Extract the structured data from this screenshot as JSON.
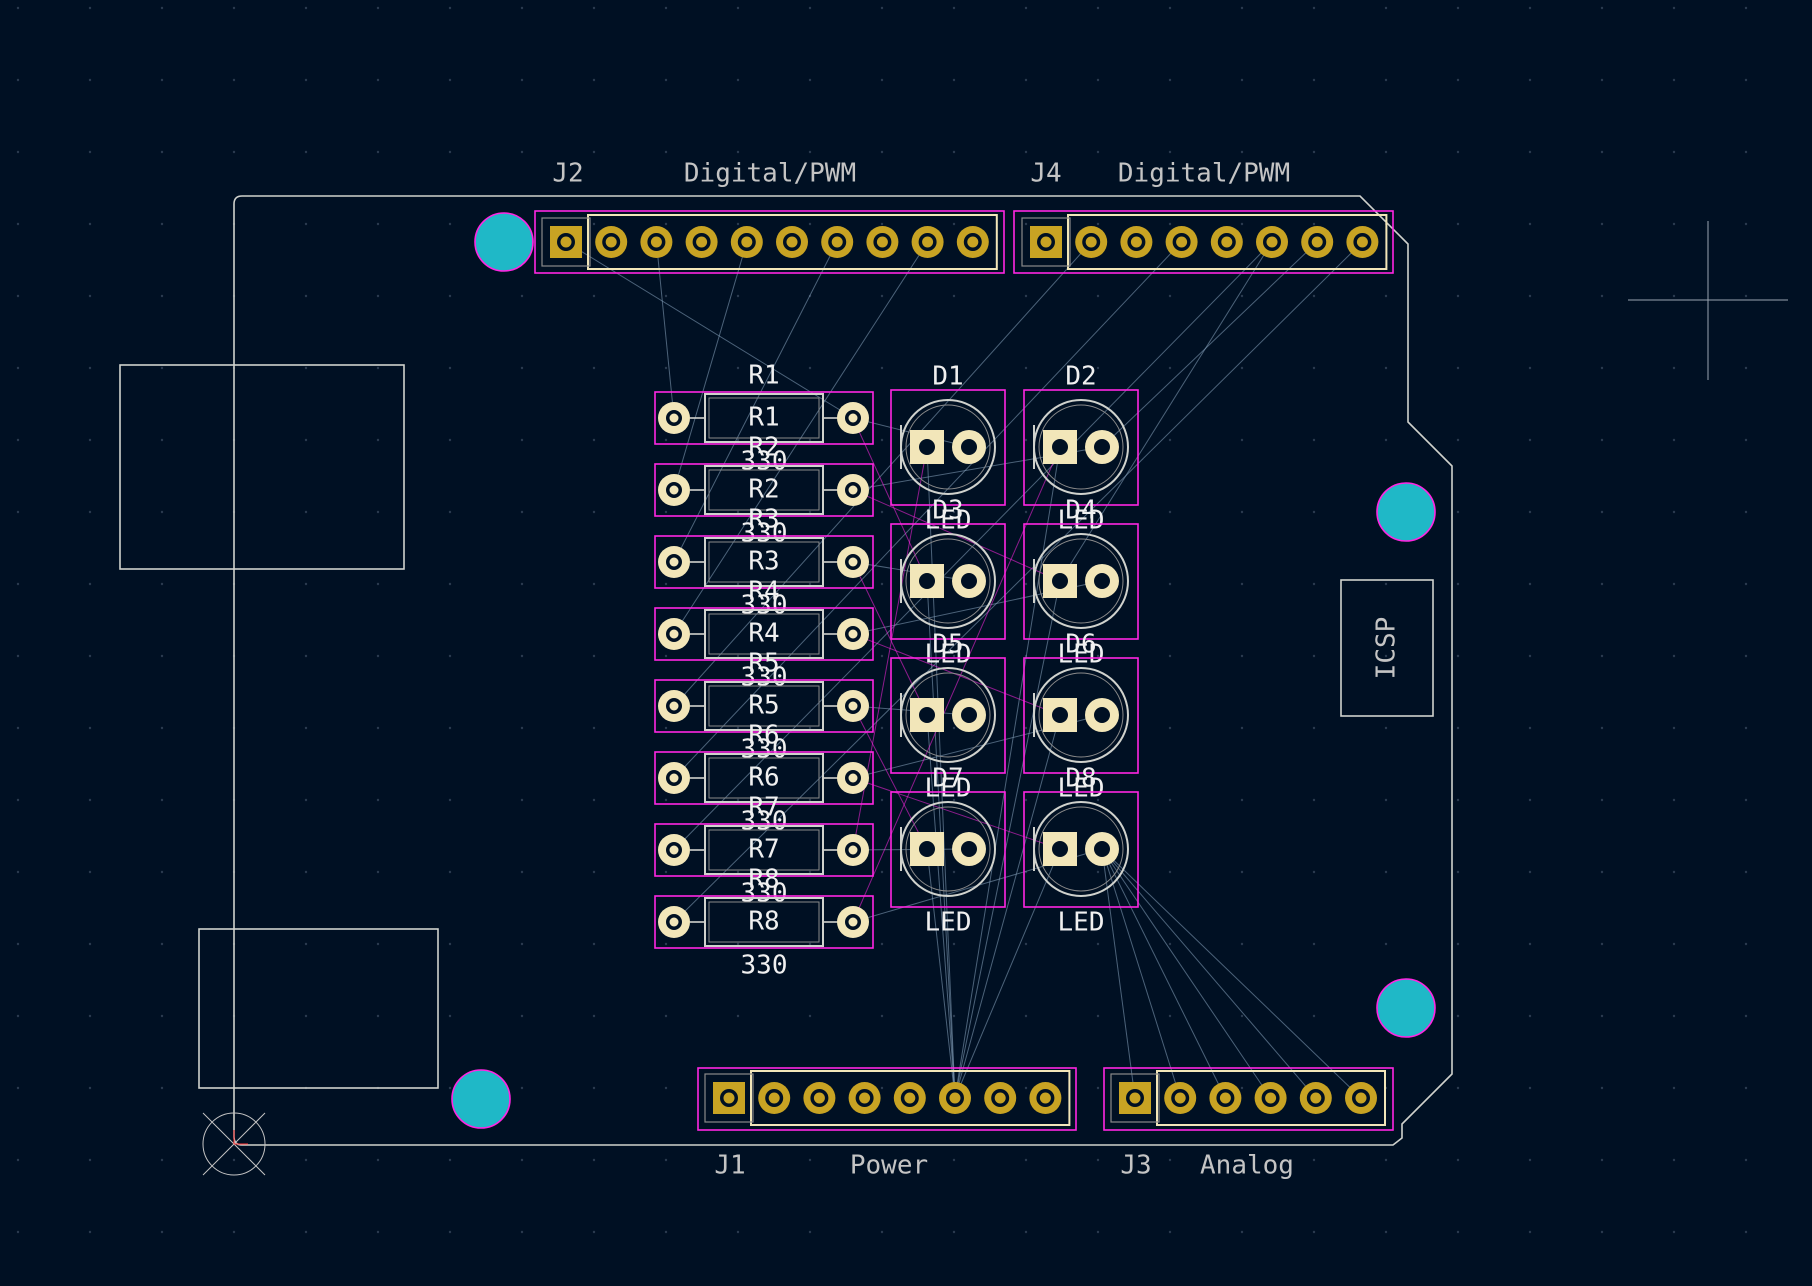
{
  "view": "pcb-editor-canvas",
  "colors": {
    "background": "#001023",
    "grid_dot": "#2a3a4f",
    "edge_cuts": "#d0d2cd",
    "courtyard": "#ff26e2",
    "pad_gold": "#c8a323",
    "pad_cream": "#f2e6b9",
    "drill": "#001023",
    "ratsnest": "#8aa6c0",
    "mounting_hole": "#1fb8c7",
    "silk_text": "#f0f0f0",
    "fab_text": "#c4c4c4",
    "cursor": "#9aa4b0"
  },
  "connectors": [
    {
      "ref": "J2",
      "label": "Digital/PWM",
      "pins": 10
    },
    {
      "ref": "J4",
      "label": "Digital/PWM",
      "pins": 8
    },
    {
      "ref": "J1",
      "label": "Power",
      "pins": 8
    },
    {
      "ref": "J3",
      "label": "Analog",
      "pins": 6
    }
  ],
  "resistors": [
    {
      "ref": "R1",
      "value": "330"
    },
    {
      "ref": "R2",
      "value": "330"
    },
    {
      "ref": "R3",
      "value": "330"
    },
    {
      "ref": "R4",
      "value": "330"
    },
    {
      "ref": "R5",
      "value": "330"
    },
    {
      "ref": "R6",
      "value": "330"
    },
    {
      "ref": "R7",
      "value": "330"
    },
    {
      "ref": "R8",
      "value": "330"
    }
  ],
  "leds": [
    {
      "ref": "D1",
      "value": "LED"
    },
    {
      "ref": "D2",
      "value": "LED"
    },
    {
      "ref": "D3",
      "value": "LED"
    },
    {
      "ref": "D4",
      "value": "LED"
    },
    {
      "ref": "D5",
      "value": "LED"
    },
    {
      "ref": "D6",
      "value": "LED"
    },
    {
      "ref": "D7",
      "value": "LED"
    },
    {
      "ref": "D8",
      "value": "LED"
    }
  ],
  "icsp_label": "ICSP"
}
